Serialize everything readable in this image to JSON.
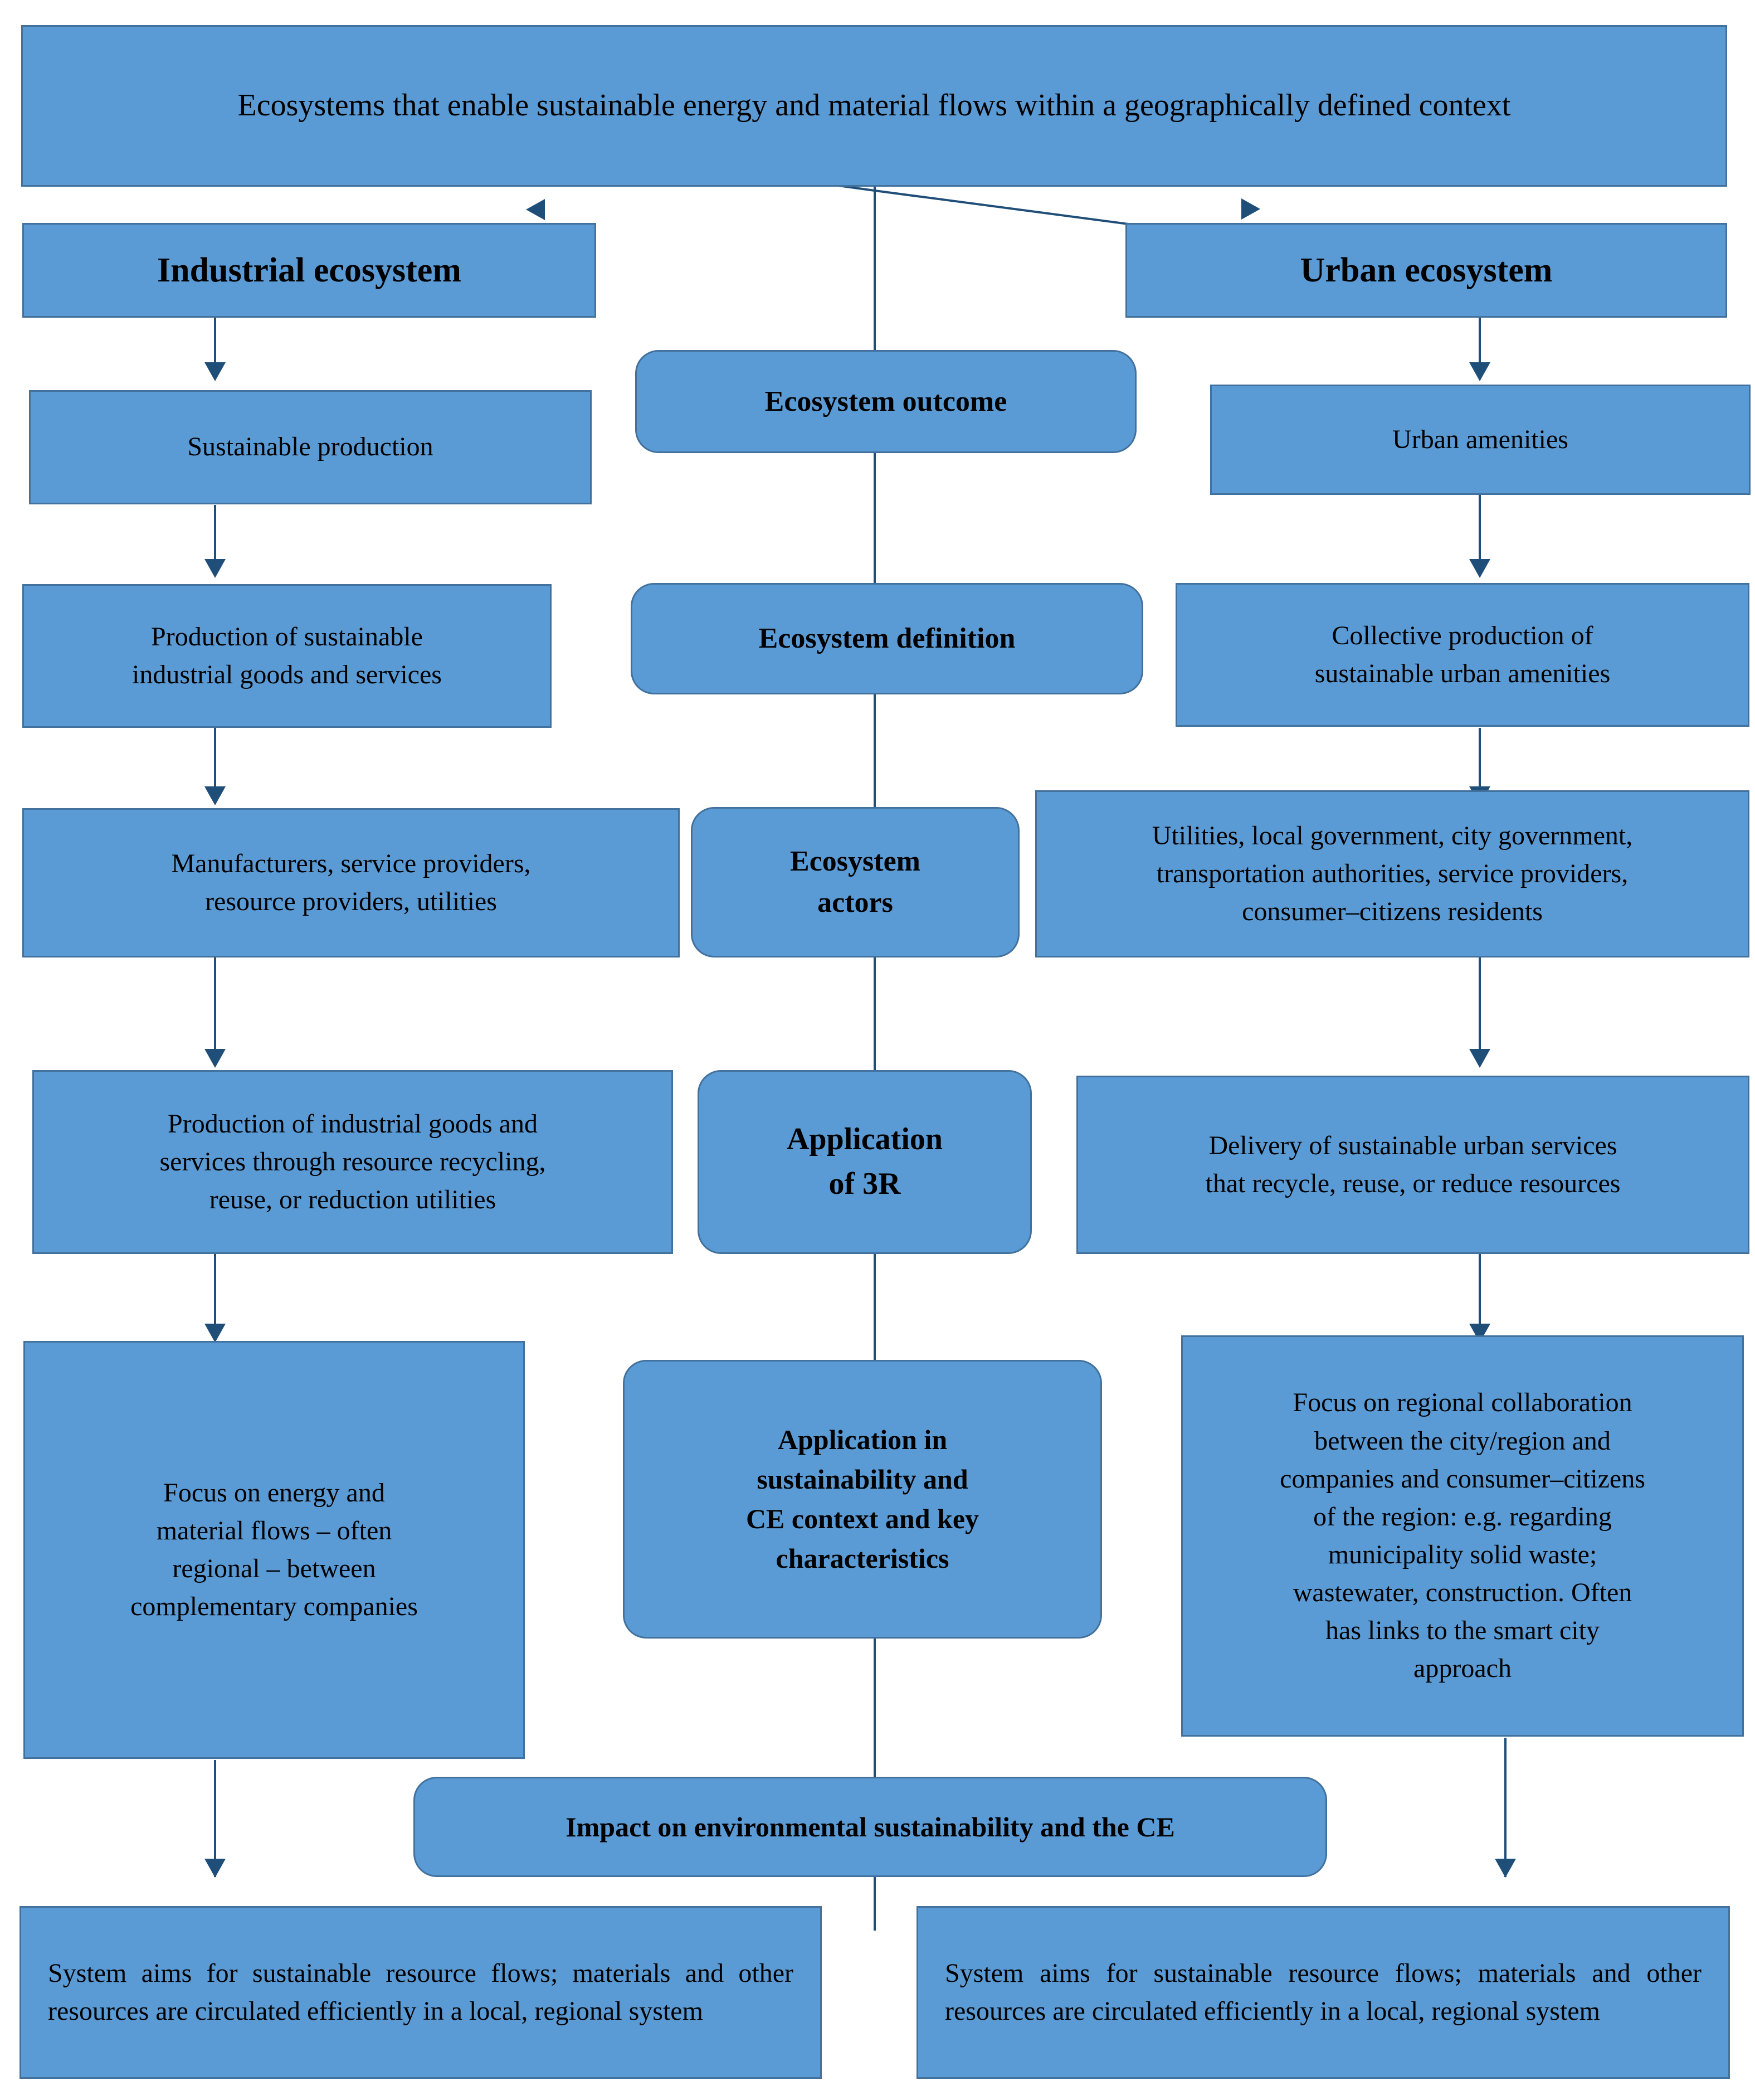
{
  "diagram": {
    "title_box": {
      "text": "Ecosystems that enable sustainable energy and material flows within a geographically defined context"
    },
    "columns": {
      "left_heading": "Industrial ecosystem",
      "right_heading": "Urban ecosystem"
    },
    "middle_labels": {
      "outcome": "Ecosystem outcome",
      "definition": "Ecosystem definition",
      "actors": "Ecosystem\nactors",
      "application_3r": "Application\nof 3R",
      "application_context": "Application in\nsustainability and\nCE context and key\ncharacteristics",
      "impact": "Impact on environmental sustainability and the CE"
    },
    "left_column": [
      "Sustainable production",
      "Production of sustainable\nindustrial goods and services",
      "Manufacturers, service providers,\nresource providers, utilities",
      "Production of industrial goods and\nservices through resource recycling,\nreuse, or reduction utilities",
      "Focus on energy and\nmaterial flows – often\nregional – between\ncomplementary companies"
    ],
    "right_column": [
      "Urban amenities",
      "Collective production of\nsustainable urban amenities",
      "Utilities, local government, city government,\ntransportation authorities, service providers,\nconsumer–citizens residents",
      "Delivery of sustainable urban services\nthat recycle, reuse, or reduce resources",
      "Focus on regional collaboration\nbetween the city/region and\ncompanies and consumer–citizens\nof the region: e.g. regarding\nmunicipality solid waste;\nwastewater, construction. Often\nhas links to the smart city\napproach"
    ],
    "bottom_boxes": {
      "left": "System aims for sustainable resource flows; materials and other resources are circulated efficiently in a local, regional system",
      "right": "System aims for sustainable resource flows; materials and other resources are circulated efficiently in a local, regional system"
    },
    "colors": {
      "node_fill": "#5B9BD5",
      "node_border": "#41719C",
      "connector": "#1F4E79",
      "text": "#000000",
      "background": "#FFFFFF"
    }
  }
}
